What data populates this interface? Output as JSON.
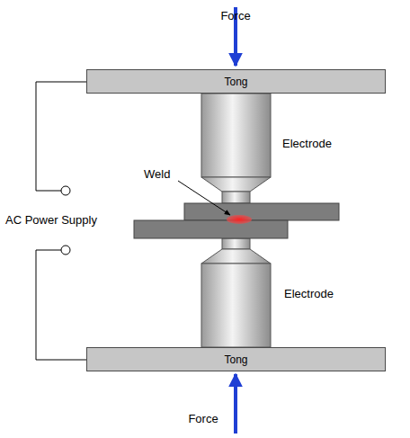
{
  "diagram": {
    "nodes": [
      {
        "text": [
          "Tong"
        ]
      },
      {
        "text": [
          "Tong"
        ]
      }
    ],
    "labels": [
      "Force",
      "Electrode",
      "Weld",
      "AC Power Supply",
      "Electrode",
      "Force"
    ]
  }
}
